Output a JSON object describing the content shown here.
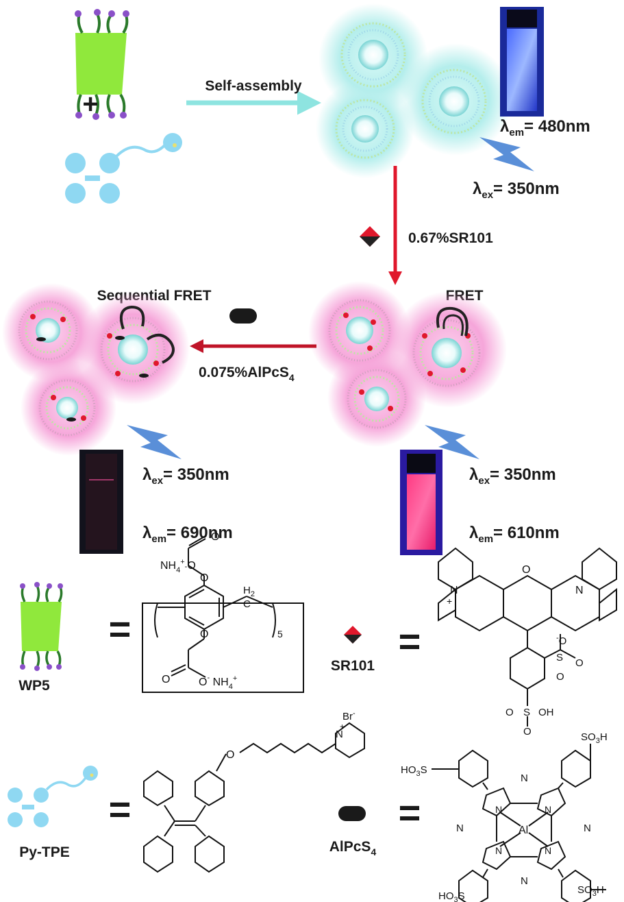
{
  "labels": {
    "self_assembly": "Self-assembly",
    "sr_conc": "0.67%SR101",
    "alpcs_conc": "0.075%AlPcS",
    "alpcs_conc_sub": "4",
    "sequential_fret": "Sequential FRET",
    "fret": "FRET",
    "lambda": "λ",
    "sub_em": "em",
    "sub_ex": "ex",
    "em_480": "= 480nm",
    "ex_350": "= 350nm",
    "em_610": "= 610nm",
    "em_690": "= 690nm"
  },
  "compounds": {
    "wp5": "WP5",
    "sr101": "SR101",
    "pytpe": "Py-TPE",
    "alpcs": "AlPcS",
    "alpcs_sub": "4",
    "equals": "="
  },
  "chem_text": {
    "nh4": "NH",
    "sub4": "4",
    "plus": "+",
    "minus": "-",
    "o": "O",
    "h2": "H",
    "sub2": "2",
    "c": "C",
    "five": "5",
    "n": "N",
    "n_plus": "+",
    "oh": "OH",
    "s": "S",
    "br": "Br",
    "al": "Al",
    "so3h": "SO",
    "sub3": "3",
    "h": "H",
    "ho3s": "HO",
    "big_plus": "+"
  },
  "colors": {
    "cyan_glow": "#a8ecec",
    "pink_glow": "#f7a3d8",
    "red_arrow": "#e0182c",
    "dark_red_arrow": "#c01428",
    "cyan_arrow": "#8ee4e0",
    "green_macrocycle": "#90e83c",
    "tpe_blue": "#8fd8f2",
    "bolt_blue": "#5a8fd8",
    "blue_vial": "#1a2a9a",
    "pink_vial": "#f02878"
  }
}
